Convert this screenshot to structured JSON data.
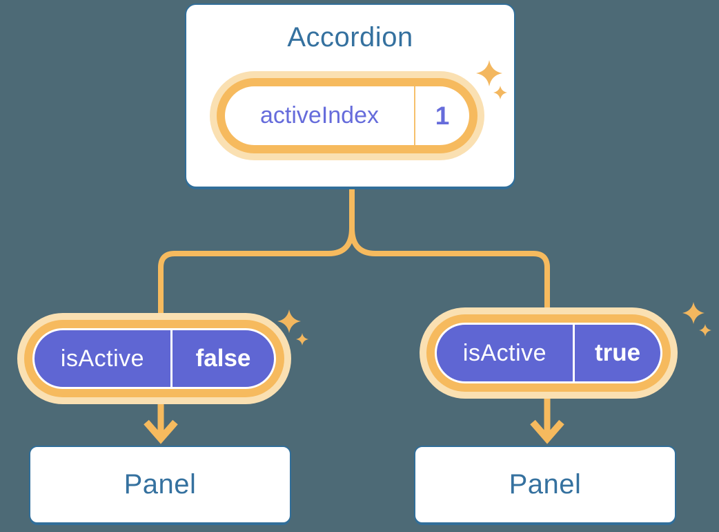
{
  "diagram": {
    "accordion_card": {
      "title": "Accordion",
      "state_pill": {
        "name": "activeIndex",
        "value": "1"
      }
    },
    "children": [
      {
        "prop_pill": {
          "name": "isActive",
          "value": "false"
        },
        "panel": {
          "label": "Panel"
        }
      },
      {
        "prop_pill": {
          "name": "isActive",
          "value": "true"
        },
        "panel": {
          "label": "Panel"
        }
      }
    ]
  },
  "colors": {
    "background": "#4D6A76",
    "card_border_blue": "#316E99",
    "heading_blue": "#35719F",
    "connector_orange": "#F6BA5E",
    "glow_orange": "#FAE0B2",
    "divider_orange": "#F6C06B",
    "sparkle_orange": "#F3B75F",
    "pill_purple": "#5F66D3",
    "text_purple": "#666CDB"
  }
}
